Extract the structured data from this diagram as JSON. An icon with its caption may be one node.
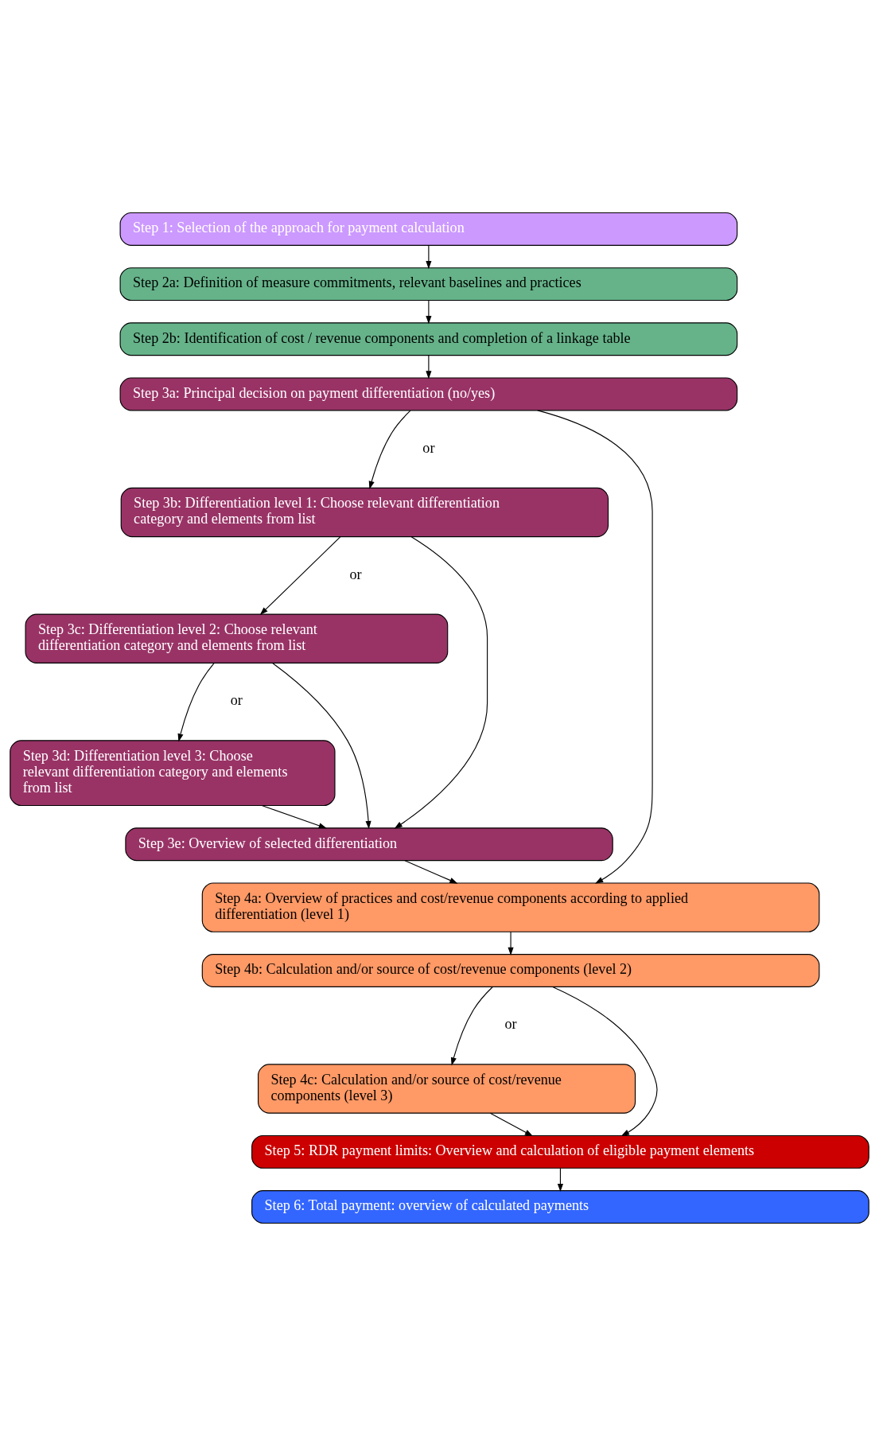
{
  "diagram": {
    "nodes": [
      {
        "text": [
          "Step 1: Selection of the approach for payment calculation"
        ]
      },
      {
        "text": [
          "Step 2a: Definition of measure commitments, relevant baselines and practices"
        ]
      },
      {
        "text": [
          "Step 2b: Identification of cost / revenue components and completion of a linkage table"
        ]
      },
      {
        "text": [
          "Step 3a: Principal decision on payment differentiation (no/yes)"
        ]
      },
      {
        "text": [
          "Step 3b: Differentiation level 1: Choose relevant differentiation category and elements from list"
        ]
      },
      {
        "text": [
          "Step 3c: Differentiation level 2: Choose relevant differentiation category and elements from list"
        ]
      },
      {
        "text": [
          "Step 3d: Differentiation level 3: Choose relevant differentiation category and elements from list"
        ]
      },
      {
        "text": [
          "Step 3e: Overview of selected differentiation"
        ]
      },
      {
        "text": [
          "Step 4a: Overview of practices and cost/revenue components according to applied differentiation (level 1)"
        ]
      },
      {
        "text": [
          "Step 4b: Calculation and/or source of cost/revenue components (level 2)"
        ]
      },
      {
        "text": [
          "Step 4c: Calculation and/or source of cost/revenue components (level 3)"
        ]
      },
      {
        "text": [
          "Step 5: RDR payment limits: Overview and calculation of eligible payment elements"
        ]
      },
      {
        "text": [
          "Step 6: Total payment: overview of calculated payments"
        ]
      }
    ],
    "edges": [
      {
        "from": 0,
        "to": 1,
        "arrow": "to"
      },
      {
        "from": 1,
        "to": 2,
        "arrow": "to"
      },
      {
        "from": 2,
        "to": 3,
        "arrow": "to"
      },
      {
        "from": 3,
        "to": 4,
        "arrow": "to"
      },
      {
        "from": 3,
        "to": 8,
        "arrow": "to"
      },
      {
        "from": 4,
        "to": 5,
        "arrow": "to"
      },
      {
        "from": 4,
        "to": 7,
        "arrow": "to"
      },
      {
        "from": 5,
        "to": 6,
        "arrow": "to"
      },
      {
        "from": 5,
        "to": 7,
        "arrow": "to"
      },
      {
        "from": 6,
        "to": 7,
        "arrow": "to"
      },
      {
        "from": 7,
        "to": 8,
        "arrow": "to"
      },
      {
        "from": 8,
        "to": 9,
        "arrow": "to"
      },
      {
        "from": 9,
        "to": 10,
        "arrow": "to"
      },
      {
        "from": 9,
        "to": 11,
        "arrow": "to"
      },
      {
        "from": 10,
        "to": 11,
        "arrow": "to"
      },
      {
        "from": 11,
        "to": 12,
        "arrow": "to"
      }
    ],
    "labels": [
      "or",
      "or",
      "or",
      "or"
    ]
  }
}
